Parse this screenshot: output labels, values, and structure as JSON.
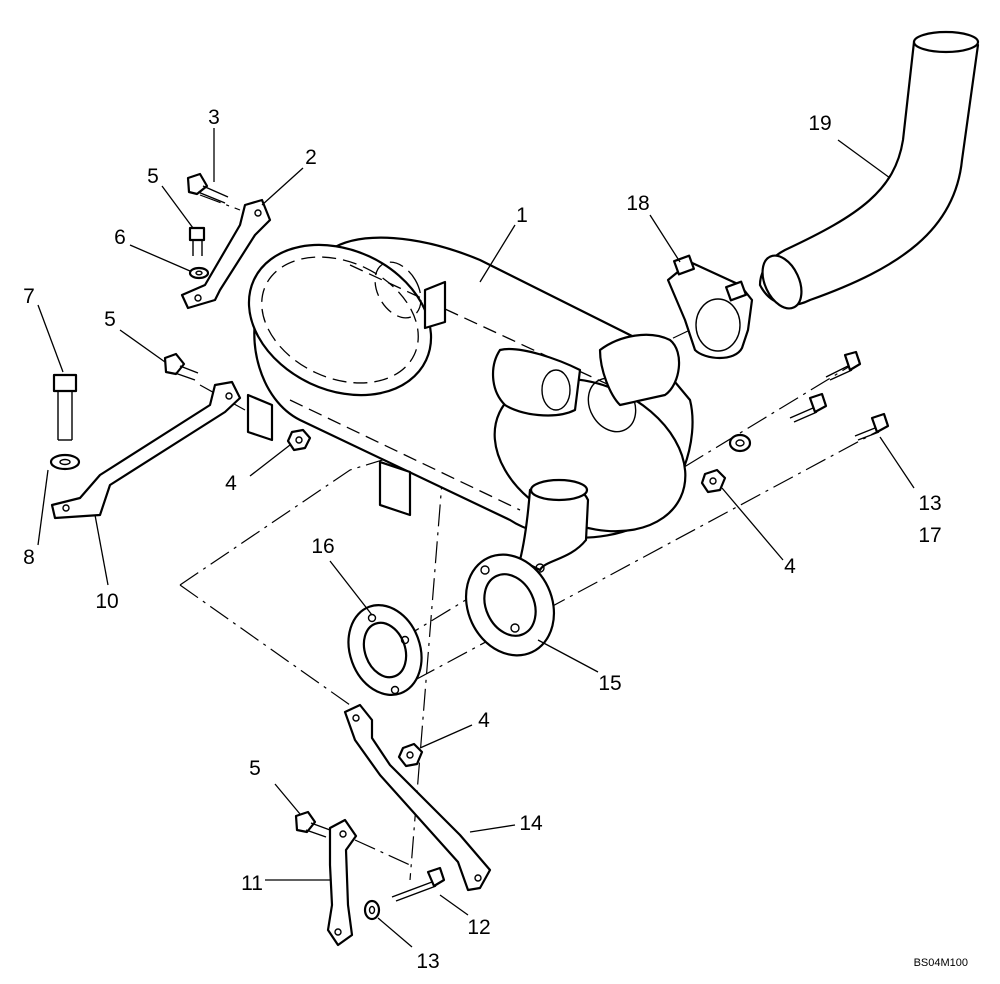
{
  "diagram": {
    "drawing_code": "BS04M100",
    "callouts": [
      "1",
      "2",
      "3",
      "4",
      "5",
      "6",
      "7",
      "8",
      "10",
      "11",
      "12",
      "13",
      "14",
      "15",
      "16",
      "17",
      "18",
      "19"
    ]
  }
}
